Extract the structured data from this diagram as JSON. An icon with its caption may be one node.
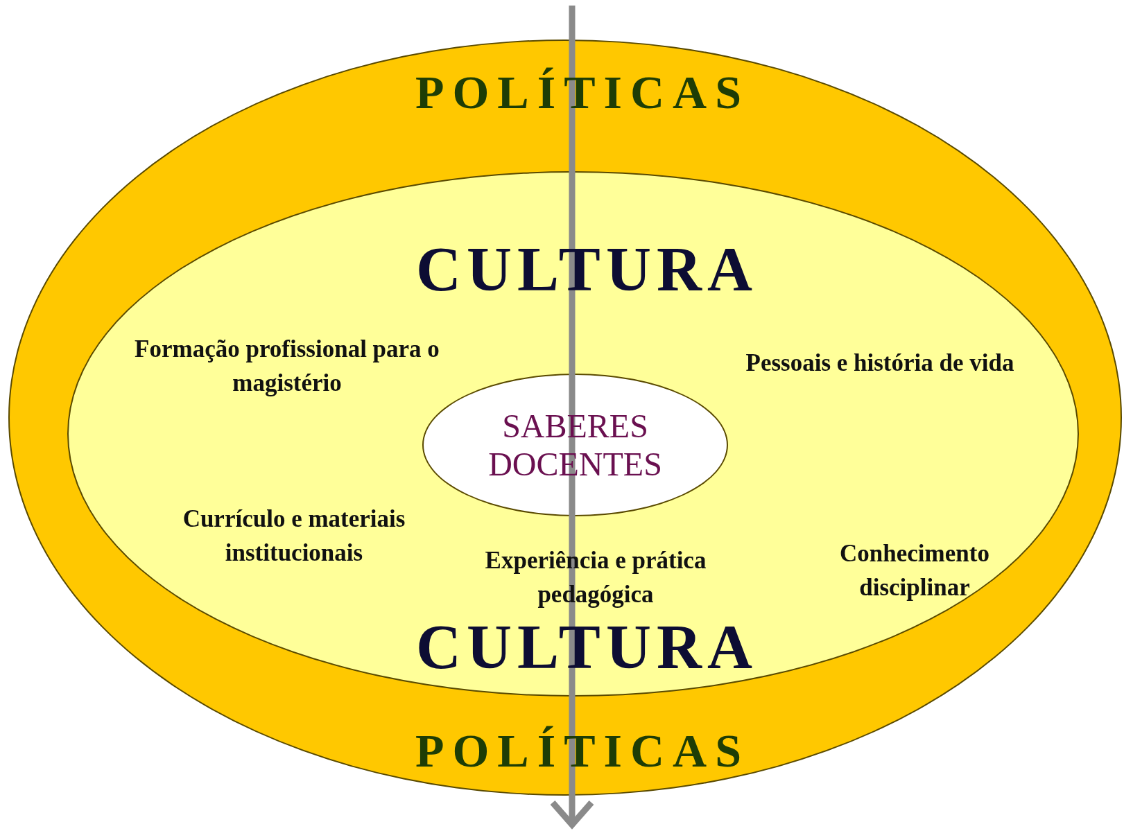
{
  "diagram": {
    "nodes": [
      {
        "text": [
          "POLÍTICAS",
          "POLÍTICAS"
        ]
      },
      {
        "text": [
          "CULTURA",
          "Formação profissional para o magistério",
          "Pessoais e história de vida",
          "Currículo e materiais institucionais",
          "Experiência e prática pedagógica",
          "Conhecimento disciplinar",
          "CULTURA"
        ],
        "in": 0
      },
      {
        "text": [
          "SABERES DOCENTES"
        ],
        "in": 1
      }
    ]
  }
}
